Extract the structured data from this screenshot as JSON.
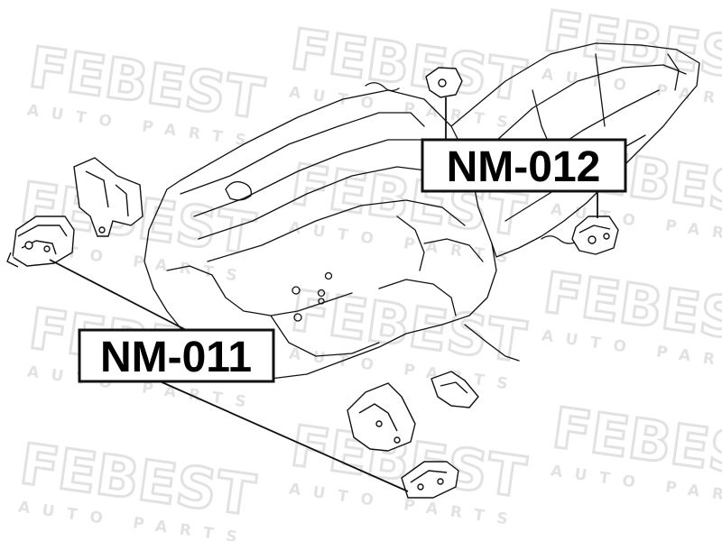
{
  "watermark": {
    "brand": "FEBEST",
    "subtext": "AUTO PARTS",
    "color": "#e2e2e2"
  },
  "colors": {
    "line": "#111111",
    "background": "#ffffff"
  },
  "part_labels": [
    {
      "id": "nm011",
      "text": "NM-011"
    },
    {
      "id": "nm012",
      "text": "NM-012"
    }
  ],
  "diagram": {
    "subject": "engine and transmission assembly with mount locations"
  }
}
